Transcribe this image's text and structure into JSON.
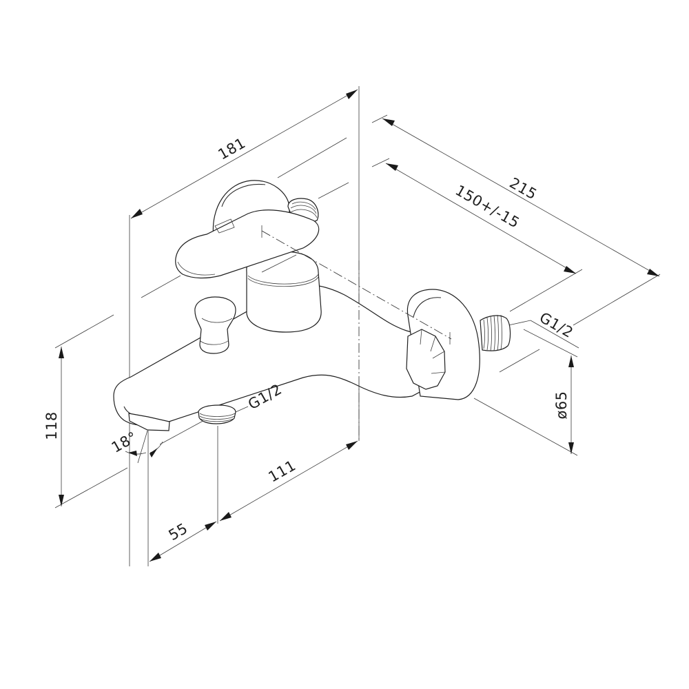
{
  "drawing": {
    "subject": "Wall-mounted bath mixer faucet",
    "line_color": "#1e1e1e",
    "background": "#ffffff"
  },
  "dimensions": {
    "total_depth": "181",
    "total_width": "215",
    "inlet_spacing": "150+/-15",
    "rosette_diameter": "ø65",
    "outlet_height": "118",
    "spout_angle": "18°",
    "spout_to_outlet": "55",
    "outlet_to_wall": "111"
  },
  "threads": {
    "inlet_connection": "G1/2",
    "shower_outlet": "G1/2"
  }
}
